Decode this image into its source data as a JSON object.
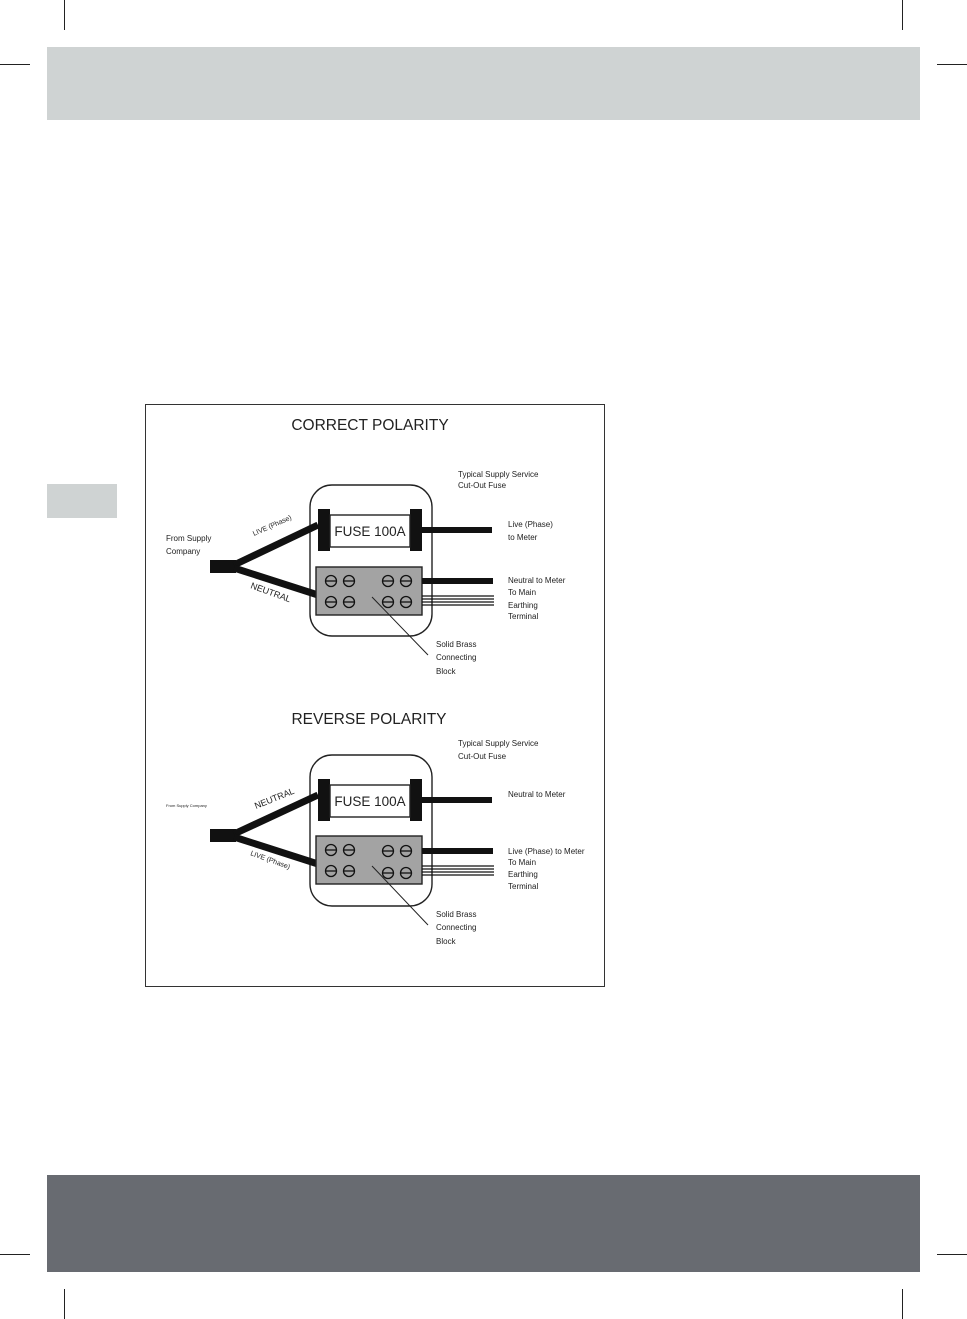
{
  "colors": {
    "header_bar": "#cfd3d3",
    "footer_bar": "#686b71",
    "side_tab": "#cfd3d3",
    "connector_block": "#a3a3a3",
    "wire": "#111111"
  },
  "diagram": {
    "correct": {
      "title": "CORRECT POLARITY",
      "service_label_1": "Typical Supply Service",
      "service_label_2": "Cut-Out Fuse",
      "fuse_label": "FUSE 100A",
      "upper_wire_label": "LIVE (Phase)",
      "lower_wire_label": "NEUTRAL",
      "supply_label_1": "From Supply",
      "supply_label_2": "Company",
      "out_top_1": "Live (Phase)",
      "out_top_2": "to Meter",
      "out_mid_1": "Neutral to Meter",
      "out_mid_2": "To Main",
      "out_mid_3": "Earthing",
      "out_mid_4": "Terminal",
      "block_label_1": "Solid Brass",
      "block_label_2": "Connecting",
      "block_label_3": "Block"
    },
    "reverse": {
      "title": "REVERSE POLARITY",
      "service_label_1": "Typical Supply Service",
      "service_label_2": "Cut-Out Fuse",
      "fuse_label": "FUSE 100A",
      "upper_wire_label": "NEUTRAL",
      "lower_wire_label": "LIVE (Phase)",
      "supply_label": "From Supply Company",
      "out_top_1": "Neutral to Meter",
      "out_mid_1": "Live (Phase) to Meter",
      "out_mid_2": "To Main",
      "out_mid_3": "Earthing",
      "out_mid_4": "Terminal",
      "block_label_1": "Solid Brass",
      "block_label_2": "Connecting",
      "block_label_3": "Block"
    }
  }
}
